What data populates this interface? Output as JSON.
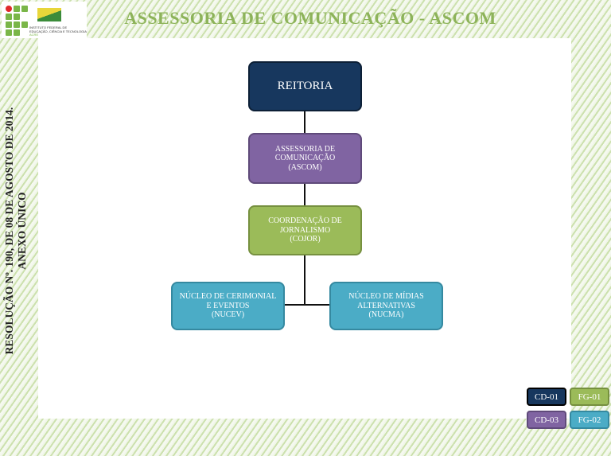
{
  "header": {
    "title": "ASSESSORIA DE COMUNICAÇÃO - ASCOM",
    "logo_text": [
      "INSTITUTO FEDERAL DE",
      "EDUCAÇÃO, CIÊNCIA E TECNOLOGIA",
      "ACRE"
    ]
  },
  "side": {
    "line1": "RESOLUÇÃO Nº. 190, DE 08 DE AGOSTO DE 2014.",
    "line2": "ANEXO ÚNICO"
  },
  "org": {
    "reitoria": {
      "l1": "REITORIA"
    },
    "ascom": {
      "l1": "ASSESSORIA DE",
      "l2": "COMUNICAÇÃO",
      "l3": "(ASCOM)"
    },
    "cojor": {
      "l1": "COORDENAÇÃO DE",
      "l2": "JORNALISMO",
      "l3": "(COJOR)"
    },
    "nucev": {
      "l1": "NÚCLEO DE CERIMONIAL",
      "l2": "E EVENTOS",
      "l3": "(NUCEV)"
    },
    "nucma": {
      "l1": "NÚCLEO DE MÍDIAS",
      "l2": "ALTERNATIVAS",
      "l3": "(NUCMA)"
    }
  },
  "legend": [
    {
      "label": "CD-01",
      "color": "#17375e"
    },
    {
      "label": "FG-01",
      "color": "#9bbb59"
    },
    {
      "label": "CD-03",
      "color": "#8064a2"
    },
    {
      "label": "FG-02",
      "color": "#4bacc6"
    }
  ]
}
